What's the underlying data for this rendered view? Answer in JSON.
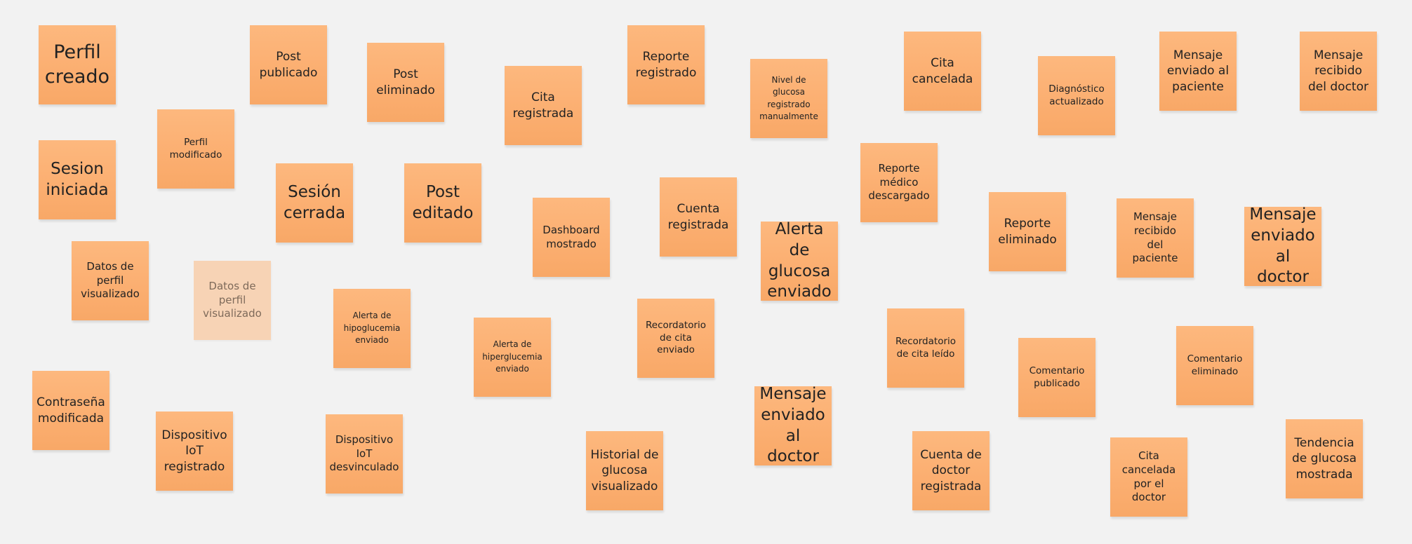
{
  "board": {
    "notes": [
      {
        "id": "perfil-creado",
        "text": "Perfil\ncreado"
      },
      {
        "id": "sesion-iniciada",
        "text": "Sesion\niniciada"
      },
      {
        "id": "datos-perfil-visualizado",
        "text": "Datos de\nperfil\nvisualizado"
      },
      {
        "id": "datos-perfil-visualizado-faded",
        "text": "Datos de\nperfil\nvisualizado"
      },
      {
        "id": "contrasena-modificada",
        "text": "Contraseña\nmodificada"
      },
      {
        "id": "perfil-modificado",
        "text": "Perfil\nmodificado"
      },
      {
        "id": "dispositivo-iot-registrado",
        "text": "Dispositivo\nIoT\nregistrado"
      },
      {
        "id": "post-publicado",
        "text": "Post\npublicado"
      },
      {
        "id": "sesion-cerrada",
        "text": "Sesión\ncerrada"
      },
      {
        "id": "alerta-hipoglucemia",
        "text": "Alerta de\nhipoglucemia\nenviado"
      },
      {
        "id": "dispositivo-iot-desvinculado",
        "text": "Dispositivo\nIoT\ndesvinculado"
      },
      {
        "id": "post-eliminado",
        "text": "Post\neliminado"
      },
      {
        "id": "post-editado",
        "text": "Post\neditado"
      },
      {
        "id": "alerta-hiperglucemia",
        "text": "Alerta de\nhiperglucemia\nenviado"
      },
      {
        "id": "cita-registrada",
        "text": "Cita\nregistrada"
      },
      {
        "id": "dashboard-mostrado",
        "text": "Dashboard\nmostrado"
      },
      {
        "id": "historial-glucosa",
        "text": "Historial de\nglucosa\nvisualizado"
      },
      {
        "id": "reporte-registrado",
        "text": "Reporte\nregistrado"
      },
      {
        "id": "cuenta-registrada",
        "text": "Cuenta\nregistrada"
      },
      {
        "id": "recordatorio-cita-enviado",
        "text": "Recordatorio\nde cita\nenviado"
      },
      {
        "id": "nivel-glucosa-manual",
        "text": "Nivel de\nglucosa\nregistrado\nmanualmente"
      },
      {
        "id": "alerta-glucosa-enviado",
        "text": "Alerta de\nglucosa\nenviado"
      },
      {
        "id": "mensaje-enviado-doctor-1",
        "text": "Mensaje\nenviado\nal doctor"
      },
      {
        "id": "reporte-medico-descargado",
        "text": "Reporte\nmédico\ndescargado"
      },
      {
        "id": "cita-cancelada",
        "text": "Cita\ncancelada"
      },
      {
        "id": "recordatorio-cita-leido",
        "text": "Recordatorio\nde cita leído"
      },
      {
        "id": "cuenta-doctor-registrada",
        "text": "Cuenta de\ndoctor\nregistrada"
      },
      {
        "id": "reporte-eliminado",
        "text": "Reporte\neliminado"
      },
      {
        "id": "comentario-publicado",
        "text": "Comentario\npublicado"
      },
      {
        "id": "diagnostico-actualizado",
        "text": "Diagnóstico\nactualizado"
      },
      {
        "id": "mensaje-recibido-paciente",
        "text": "Mensaje\nrecibido\ndel\npaciente"
      },
      {
        "id": "cita-cancelada-doctor",
        "text": "Cita\ncancelada\npor el\ndoctor"
      },
      {
        "id": "mensaje-enviado-paciente",
        "text": "Mensaje\nenviado al\npaciente"
      },
      {
        "id": "comentario-eliminado",
        "text": "Comentario\neliminado"
      },
      {
        "id": "mensaje-enviado-doctor-2",
        "text": "Mensaje\nenviado\nal doctor"
      },
      {
        "id": "mensaje-recibido-doctor",
        "text": "Mensaje\nrecibido\ndel doctor"
      },
      {
        "id": "tendencia-glucosa",
        "text": "Tendencia\nde glucosa\nmostrada"
      }
    ]
  }
}
